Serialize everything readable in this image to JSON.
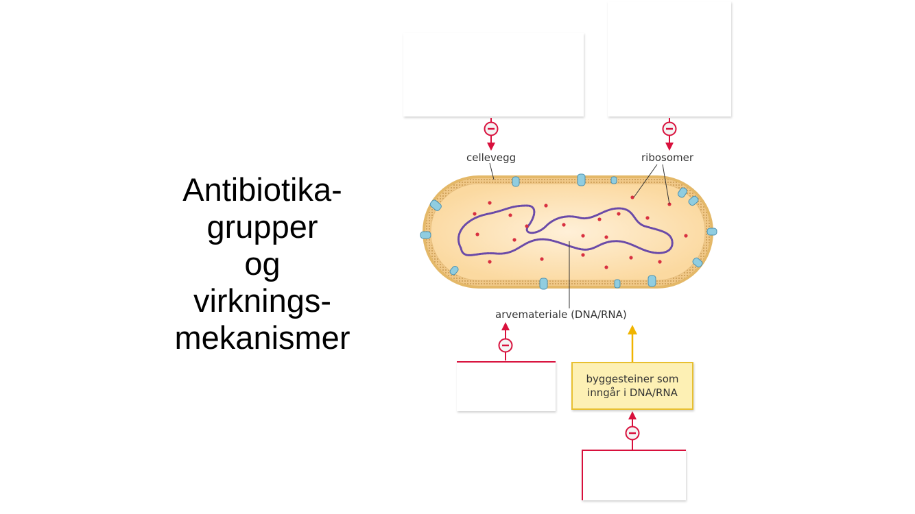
{
  "title": {
    "lines": [
      "Antibiotika-",
      "grupper",
      "og",
      "virknings-",
      "mekanismer"
    ]
  },
  "diagram": {
    "labels": {
      "cell_wall": "cellevegg",
      "ribosomes": "ribosomer",
      "genetic_material": "arvemateriale (DNA/RNA)"
    },
    "building_blocks_box": {
      "line1": "byggesteiner som",
      "line2": "inngår i DNA/RNA"
    },
    "colors": {
      "inhibition_red": "#d8103c",
      "arrow_yellow": "#f0b400",
      "cytoplasm": "#fde2b0",
      "cell_wall": "#e0b870",
      "dna_purple": "#6a4aa8",
      "ribosome_red": "#d83040",
      "channel_blue": "#90cde0"
    },
    "icons": [
      "inhibition-minus-icon"
    ]
  }
}
